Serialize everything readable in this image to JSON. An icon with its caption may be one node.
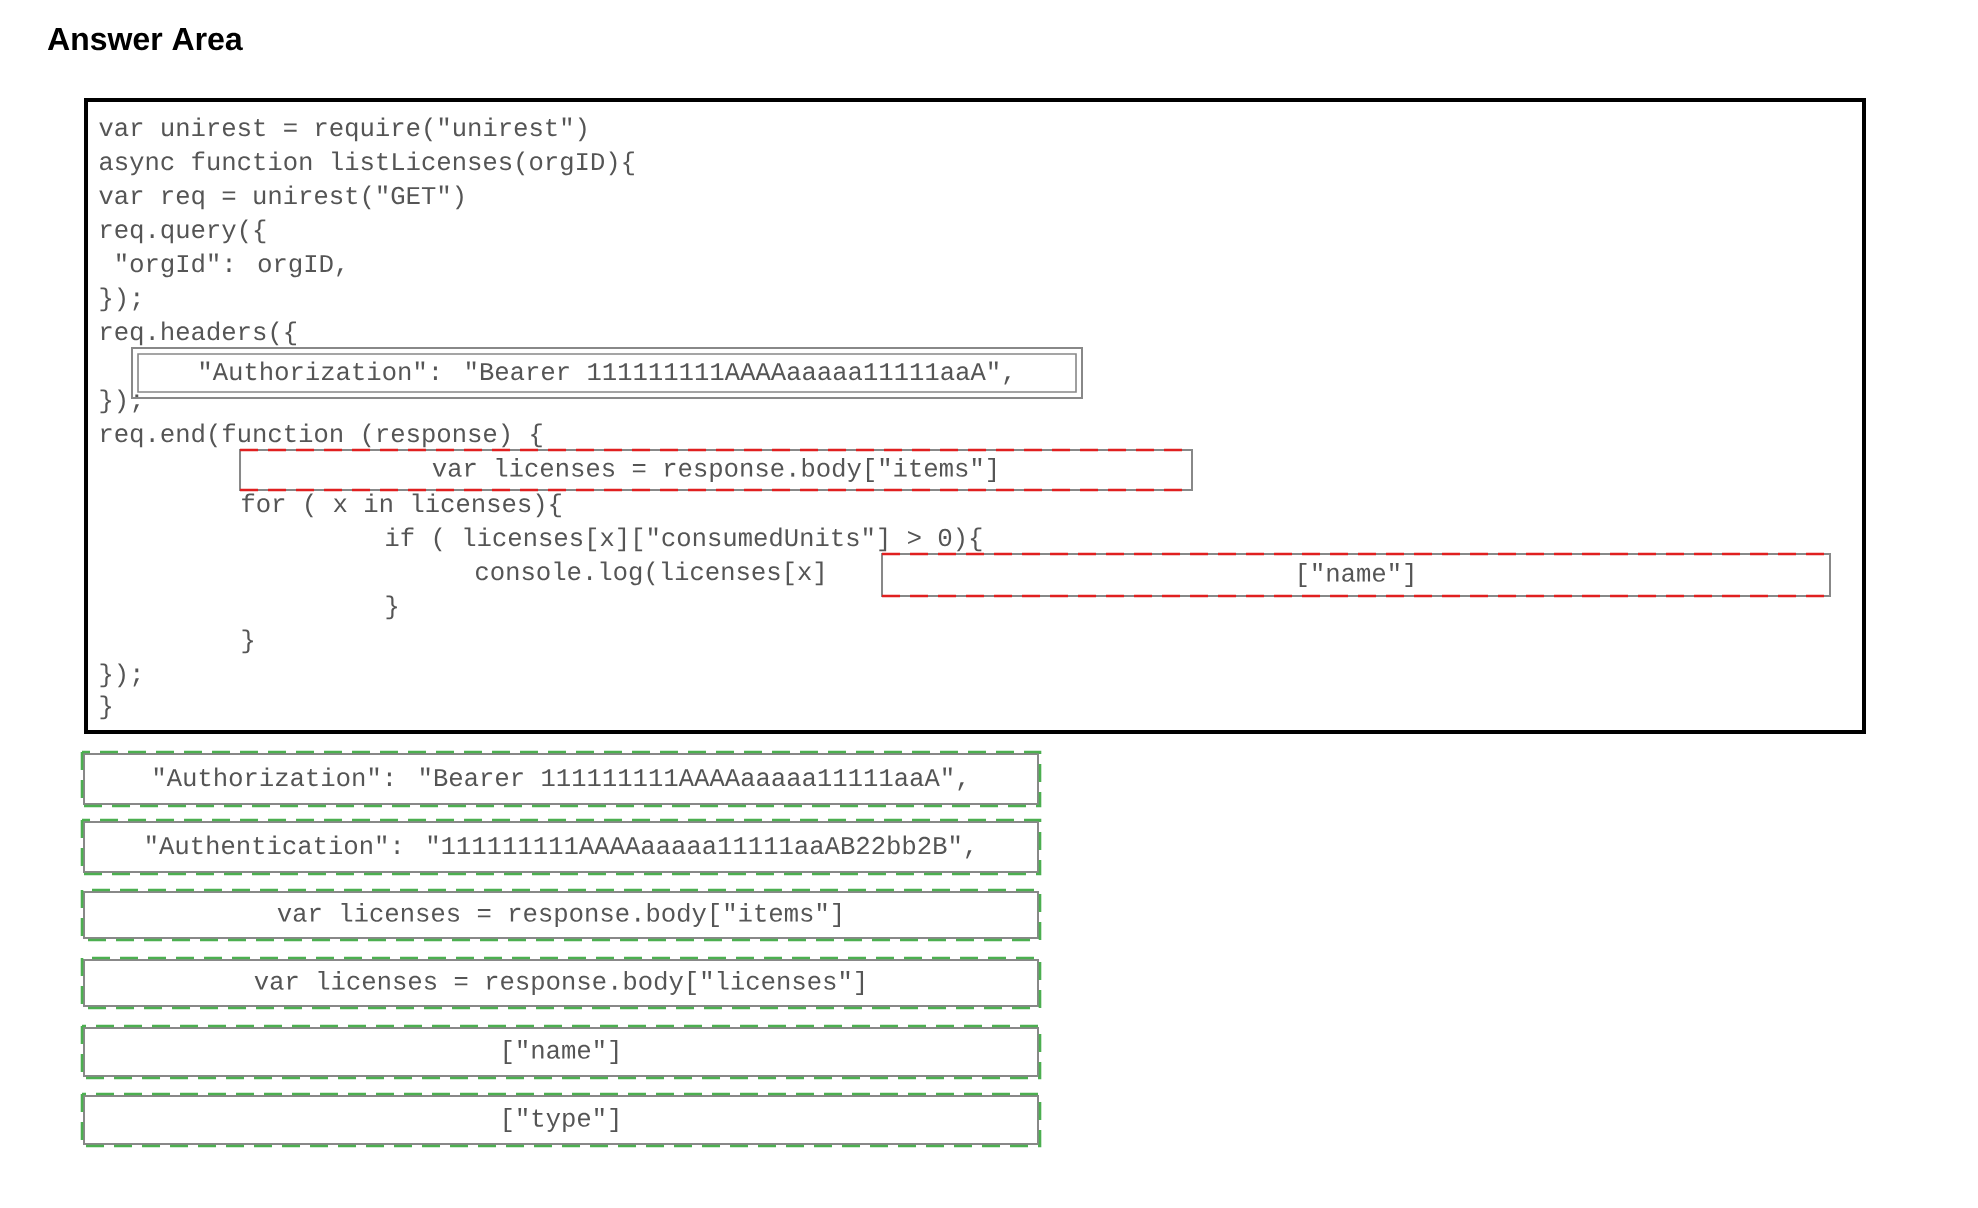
{
  "diagram": {
    "title": "Answer Area",
    "nodes": [
      {
        "text": [
          "var unirest = require(\"unirest\")",
          "async function listLicenses(orgID){",
          "var req = unirest(\"GET\")",
          "req.query({",
          "  \"orgId\": orgID,",
          "});",
          "req.headers({",
          "});",
          "req.end(function (response) {",
          "for ( x in licenses){",
          "if ( licenses[x][\"consumedUnits\"] > 0){",
          "console.log(licenses[x]",
          "}",
          "}",
          "});",
          "}"
        ]
      },
      {
        "text": [
          "\"Authorization\": \"Bearer 111111111AAAAaaaaa11111aaA\","
        ],
        "in": 0
      },
      {
        "text": [
          "var licenses = response.body[\"items\"]"
        ],
        "in": 0
      },
      {
        "text": [
          "[\"name\"]"
        ],
        "in": 0
      },
      {
        "text": [
          "\"Authorization\": \"Bearer 111111111AAAAaaaaa11111aaA\","
        ]
      },
      {
        "text": [
          "\"Authentication\": \"111111111AAAAaaaaa11111aaAB22bb2B\","
        ]
      },
      {
        "text": [
          "var licenses = response.body[\"items\"]"
        ]
      },
      {
        "text": [
          "var licenses = response.body[\"licenses\"]"
        ]
      },
      {
        "text": [
          "[\"name\"]"
        ]
      },
      {
        "text": [
          "[\"type\"]"
        ]
      }
    ],
    "edges": []
  }
}
